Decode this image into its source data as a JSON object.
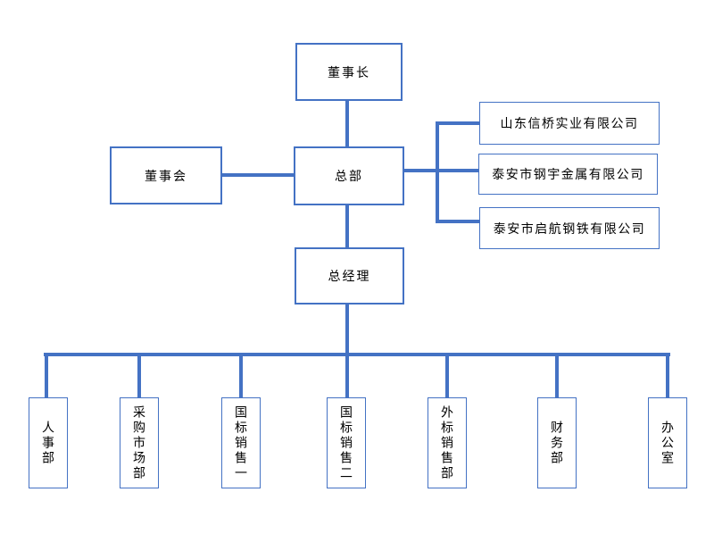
{
  "diagram": {
    "type": "org-chart",
    "background": "#FFFFFF",
    "colors": {
      "box_border": "#4472C4",
      "connector_line": "#4472C4",
      "text": "#000000"
    },
    "nodes": {
      "chairman": {
        "label": "董事长"
      },
      "board": {
        "label": "董事会"
      },
      "headquarters": {
        "label": "总部"
      },
      "general_manager": {
        "label": "总经理"
      }
    },
    "subsidiaries": [
      {
        "name": "山东信桥实业有限公司"
      },
      {
        "name": "泰安市钢宇金属有限公司"
      },
      {
        "name": "泰安市启航钢铁有限公司"
      }
    ],
    "departments": [
      {
        "name": "人事部"
      },
      {
        "name": "采购市场部"
      },
      {
        "name": "国标销售一"
      },
      {
        "name": "国标销售二"
      },
      {
        "name": "外标销售部"
      },
      {
        "name": "财务部"
      },
      {
        "name": "办公室"
      }
    ],
    "edges": [
      {
        "from": "董事长",
        "to": "总部"
      },
      {
        "from": "董事会",
        "to": "总部"
      },
      {
        "from": "总部",
        "to": "山东信桥实业有限公司"
      },
      {
        "from": "总部",
        "to": "泰安市钢宇金属有限公司"
      },
      {
        "from": "总部",
        "to": "泰安市启航钢铁有限公司"
      },
      {
        "from": "总部",
        "to": "总经理"
      },
      {
        "from": "总经理",
        "to": "人事部"
      },
      {
        "from": "总经理",
        "to": "采购市场部"
      },
      {
        "from": "总经理",
        "to": "国标销售一"
      },
      {
        "from": "总经理",
        "to": "国标销售二"
      },
      {
        "from": "总经理",
        "to": "外标销售部"
      },
      {
        "from": "总经理",
        "to": "财务部"
      },
      {
        "from": "总经理",
        "to": "办公室"
      }
    ]
  }
}
